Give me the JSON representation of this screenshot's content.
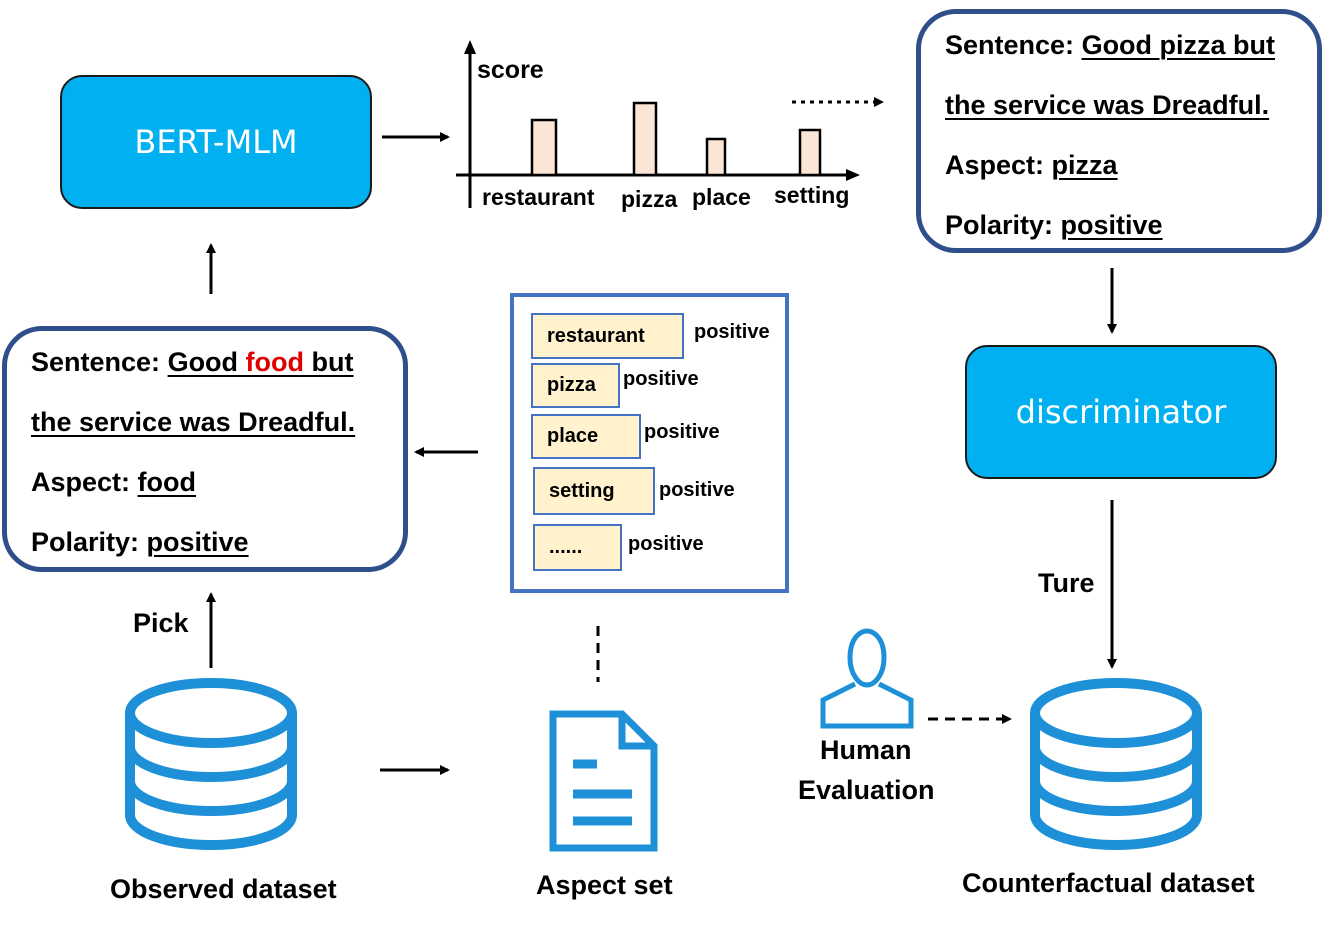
{
  "bert_box": {
    "label": "BERT-MLM"
  },
  "discriminator_box": {
    "label": "discriminator"
  },
  "chart_data": {
    "type": "bar",
    "ylabel": "score",
    "categories": [
      "restaurant",
      "pizza",
      "place",
      "setting"
    ],
    "values": [
      0.55,
      0.72,
      0.36,
      0.45
    ]
  },
  "counterfactual_card": {
    "sentence_key": "Sentence:",
    "sentence_line1": "Good pizza but",
    "sentence_line2": "the service was Dreadful.",
    "aspect_key": "Aspect:",
    "aspect_value": "pizza",
    "polarity_key": "Polarity:",
    "polarity_value": "positive"
  },
  "original_card": {
    "sentence_key": "Sentence:",
    "sentence_pre": "Good ",
    "sentence_highlight": "food ",
    "sentence_post": "but",
    "sentence_line2": "the service was Dreadful.",
    "aspect_key": "Aspect:",
    "aspect_value": "food",
    "polarity_key": "Polarity:",
    "polarity_value": "positive"
  },
  "aspect_list": [
    {
      "term": "restaurant",
      "polarity": "positive"
    },
    {
      "term": "pizza",
      "polarity": "positive"
    },
    {
      "term": "place",
      "polarity": "positive"
    },
    {
      "term": "setting",
      "polarity": "positive"
    },
    {
      "term": "......",
      "polarity": "positive"
    }
  ],
  "labels": {
    "pick": "Pick",
    "ture": "Ture",
    "observed_dataset": "Observed dataset",
    "aspect_set": "Aspect set",
    "human_line1": "Human",
    "human_line2": "Evaluation",
    "counterfactual_dataset": "Counterfactual dataset"
  },
  "colors": {
    "model_box": "#00b0f0",
    "card_border": "#2f4f8a",
    "aspect_border": "#4472c4",
    "chip_fill": "#fff2cc",
    "bar_fill": "#fbe5d6",
    "icon_blue": "#1e90d8",
    "highlight": "#e00000"
  },
  "icons": [
    "database-icon",
    "document-icon",
    "person-icon"
  ]
}
